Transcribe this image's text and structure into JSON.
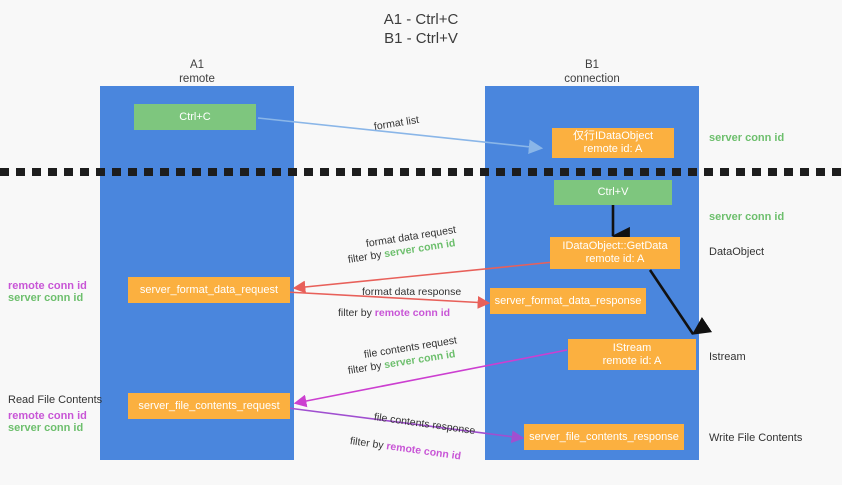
{
  "title": "A1 - Ctrl+C\nB1 - Ctrl+V",
  "colors": {
    "lane": "#4a86dd",
    "green_node": "#7ec67e",
    "orange_node": "#fbb040",
    "server_conn_id": "#6dbf6d",
    "remote_conn_id": "#c855d6",
    "blue_arrow": "#8ab6e8",
    "red_arrow": "#e8605a",
    "magenta_arrow": "#cc3fd0",
    "purple_arrow": "#a04fd0",
    "black_arrow": "#000000",
    "background": "#f8f8f8"
  },
  "columns": [
    {
      "name": "a1",
      "heading": "A1\nremote"
    },
    {
      "name": "b1",
      "heading": "B1\nconnection"
    }
  ],
  "nodes": {
    "ctrl_c": "Ctrl+C",
    "idataobject": "仅行IDataObject\nremote id: A",
    "ctrl_v": "Ctrl+V",
    "getdata": "IDataObject::GetData\nremote id: A",
    "server_format_data_request": "server_format_data_request",
    "server_format_data_response": "server_format_data_response",
    "istream": "IStream\nremote id: A",
    "server_file_contents_request": "server_file_contents_request",
    "server_file_contents_response": "server_file_contents_response"
  },
  "right_labels": {
    "server_conn_id_top": "server conn id",
    "server_conn_id_mid": "server conn id",
    "dataobject": "DataObject",
    "istream": "Istream",
    "write_file_contents": "Write File Contents"
  },
  "left_labels": {
    "remote_conn_id_1": "remote conn id",
    "server_conn_id_1": "server conn id",
    "read_file_contents": "Read File Contents",
    "remote_conn_id_2": "remote conn id",
    "server_conn_id_2": "server conn id"
  },
  "edges": {
    "format_list": "format list",
    "format_data_request": "format data request",
    "format_data_request_filter_prefix": "filter by ",
    "format_data_request_filter_value": "server conn id",
    "format_data_response": "format data response",
    "format_data_response_filter_prefix": "filter by ",
    "format_data_response_filter_value": "remote conn id",
    "file_contents_request": "file contents request",
    "file_contents_request_filter_prefix": "filter by ",
    "file_contents_request_filter_value": "server conn id",
    "file_contents_response": "file contents response",
    "file_contents_response_filter_prefix": "filter by ",
    "file_contents_response_filter_value": "remote conn id"
  }
}
